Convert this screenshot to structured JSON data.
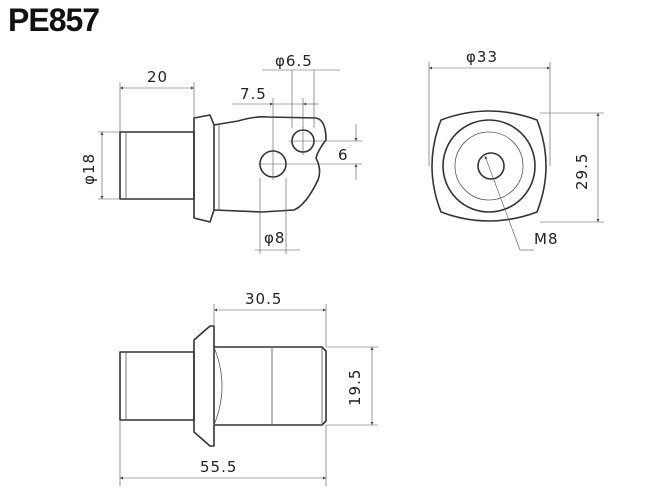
{
  "title": "PE857",
  "side_view": {
    "length_20": "20",
    "hole_dia_small": "6.5",
    "hole_offset": "7.5",
    "hole_spacing": "6",
    "shaft_dia": "18",
    "hole_dia_large": "8"
  },
  "end_view": {
    "outer_dia": "33",
    "flat_height": "29.5",
    "thread": "M8"
  },
  "bottom_view": {
    "head_length": "30.5",
    "head_height": "19.5",
    "total_length": "55.5"
  },
  "diameter_symbol": "φ"
}
